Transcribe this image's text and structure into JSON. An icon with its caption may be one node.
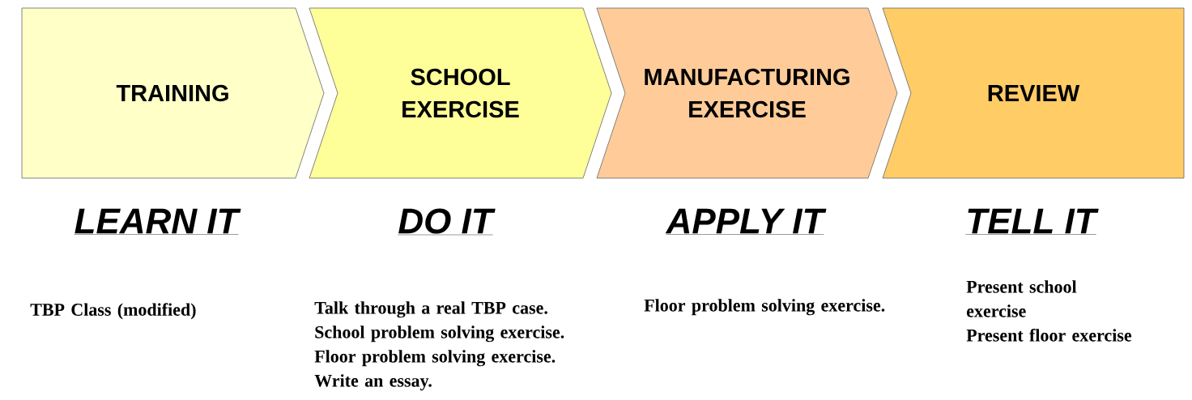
{
  "diagram": {
    "nodes": [
      {
        "text": [
          "TRAINING"
        ],
        "beside": [
          "LEARN IT",
          "TBP Class (modified)"
        ]
      },
      {
        "text": [
          "SCHOOL EXERCISE"
        ],
        "beside": [
          "DO IT",
          "Talk through a real TBP case.",
          "School problem solving exercise.",
          "Floor problem solving exercise.",
          "Write an essay."
        ]
      },
      {
        "text": [
          "MANUFACTURING EXERCISE"
        ],
        "beside": [
          "APPLY IT",
          "Floor problem solving exercise."
        ]
      },
      {
        "text": [
          "REVIEW"
        ],
        "beside": [
          "TELL IT",
          "Present school exercise",
          "Present floor exercise"
        ]
      }
    ]
  }
}
